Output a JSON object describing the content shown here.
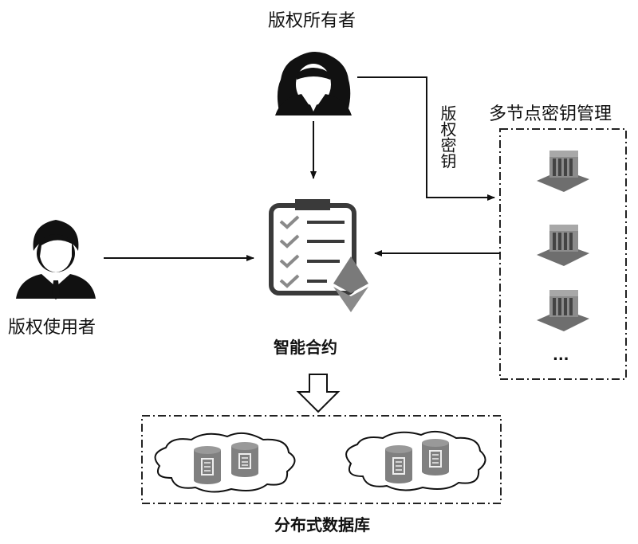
{
  "labels": {
    "owner": "版权所有者",
    "user": "版权使用者",
    "contract": "智能合约",
    "key_management": "多节点密钥管理",
    "copyright_key": "版权密钥",
    "database": "分布式数据库",
    "ellipsis": "..."
  },
  "icons": {
    "owner": "female-user-icon",
    "user": "male-user-icon",
    "contract": "clipboard-checklist-ethereum-icon",
    "key_node": "server-node-icon",
    "database": "cloud-database-icon",
    "flow": "hollow-down-arrow-icon"
  },
  "colors": {
    "ink": "#111111",
    "gray_icon": "#7a7a7a",
    "dark_gray": "#3a3a3a",
    "check_gray": "#8a8a8a",
    "db_gray": "#808080"
  }
}
